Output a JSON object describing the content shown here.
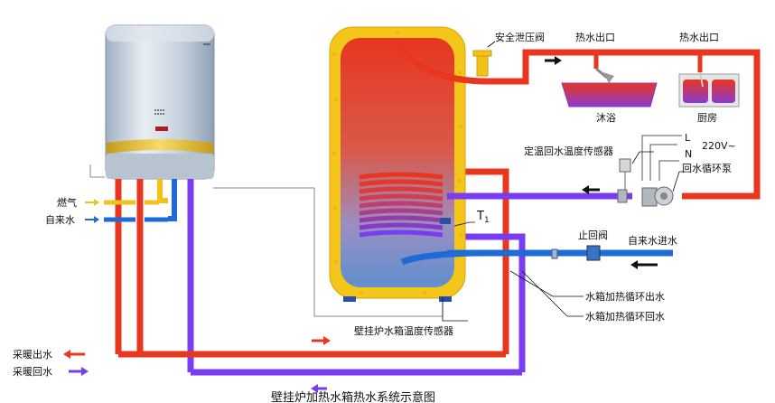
{
  "labels": {
    "safety_valve": "安全泄压阀",
    "hot_out_1": "热水出口",
    "hot_out_2": "热水出口",
    "bath": "沐浴",
    "kitchen": "厨房",
    "return_temp_sensor": "定温回水温度传感器",
    "L": "L",
    "N": "N",
    "voltage": "220V~",
    "return_pump": "回水循环泵",
    "T1": "T",
    "T1_sub": "1",
    "check_valve": "止回阀",
    "mains_inlet": "自来水进水",
    "gas": "燃气",
    "tap_water": "自来水",
    "tank_heat_out": "水箱加热循环出水",
    "tank_heat_return": "水箱加热循环回水",
    "boiler_tank_sensor": "壁挂炉水箱温度传感器",
    "heating_out": "采暖出水",
    "heating_return": "采暖回水",
    "caption": "壁挂炉加热水箱热水系统示意图"
  },
  "colors": {
    "hot_pipe": "#e8361f",
    "return_pipe": "#7a3cf0",
    "cold_pipe": "#1e6bd6",
    "gas_pipe": "#f2c21b",
    "insulation": "#f4c51b",
    "boiler_body": "#c9d3dd",
    "arrow_black": "#111111"
  },
  "icons": [
    "faucet-icon",
    "shower-icon",
    "pump-icon",
    "valve-icon",
    "arrow-icon"
  ]
}
